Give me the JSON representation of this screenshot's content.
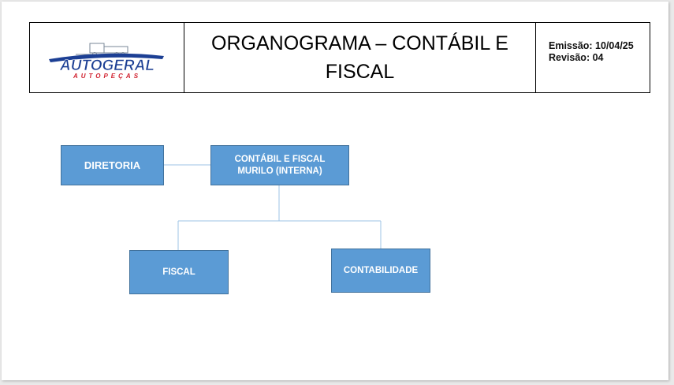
{
  "header": {
    "logo_text": "AUTOGERAL",
    "logo_subtext": "AUTOPEÇAS",
    "title_line1": "ORGANOGRAMA – CONTÁBIL E",
    "title_line2": "FISCAL",
    "emission": "Emissão: 10/04/25",
    "revision": "Revisão: 04"
  },
  "org": {
    "diretoria": "DIRETORIA",
    "contabil_line1": "CONTÁBIL E FISCAL",
    "contabil_line2": "MURILO (INTERNA)",
    "fiscal": "FISCAL",
    "contabilidade": "CONTABILIDADE"
  },
  "colors": {
    "box_fill": "#5b9bd5",
    "box_border": "#41719c",
    "connector": "#9dc3e6",
    "logo_blue": "#1c3f94",
    "logo_red": "#d0202e"
  }
}
